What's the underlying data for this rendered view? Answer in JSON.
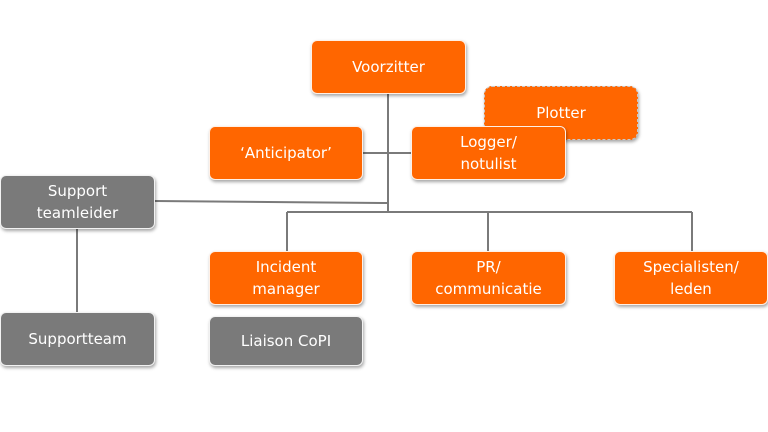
{
  "colors": {
    "role": "#ff6600",
    "support": "#7a7a7a",
    "connector": "#7a7a7a"
  },
  "nodes": {
    "voorzitter": "Voorzitter",
    "plotter": "Plotter",
    "anticipator": "‘Anticipator’",
    "logger": "Logger/\nnotulist",
    "support_teamleider": "Support\nteamleider",
    "incident_manager": "Incident\nmanager",
    "pr": "PR/\ncommunicatie",
    "specialisten": "Specialisten/\nleden",
    "supportteam": "Supportteam",
    "liaison": "Liaison CoPI"
  }
}
